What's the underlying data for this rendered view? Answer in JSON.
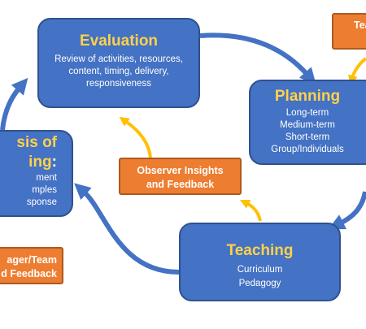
{
  "evaluation": {
    "title": "Evaluation",
    "lines": [
      "Review of activities, resources,",
      "content, timing, delivery,",
      "responsiveness"
    ]
  },
  "planning": {
    "title": "Planning",
    "lines": [
      "Long-term",
      "Medium-term",
      "Short-term",
      "Group/Individuals"
    ]
  },
  "teaching": {
    "title": "Teaching",
    "lines": [
      "Curriculum",
      "Pedagogy"
    ]
  },
  "analysis": {
    "title_line1": "sis of",
    "title_line2": "ing",
    "title_colon": ":",
    "lines": [
      "ment",
      "mples",
      "sponse"
    ]
  },
  "feedback": {
    "observer": [
      "Observer Insights",
      "and Feedback"
    ],
    "manager": [
      "ager/Team",
      "d Feedback"
    ],
    "top_right": "Tea"
  },
  "colors": {
    "box_fill": "#4472c4",
    "box_border": "#2f528f",
    "title": "#ffd24a",
    "orange_fill": "#ed7d31",
    "cycle_arrow": "#4472c4",
    "feedback_arrow": "#ffc000"
  }
}
